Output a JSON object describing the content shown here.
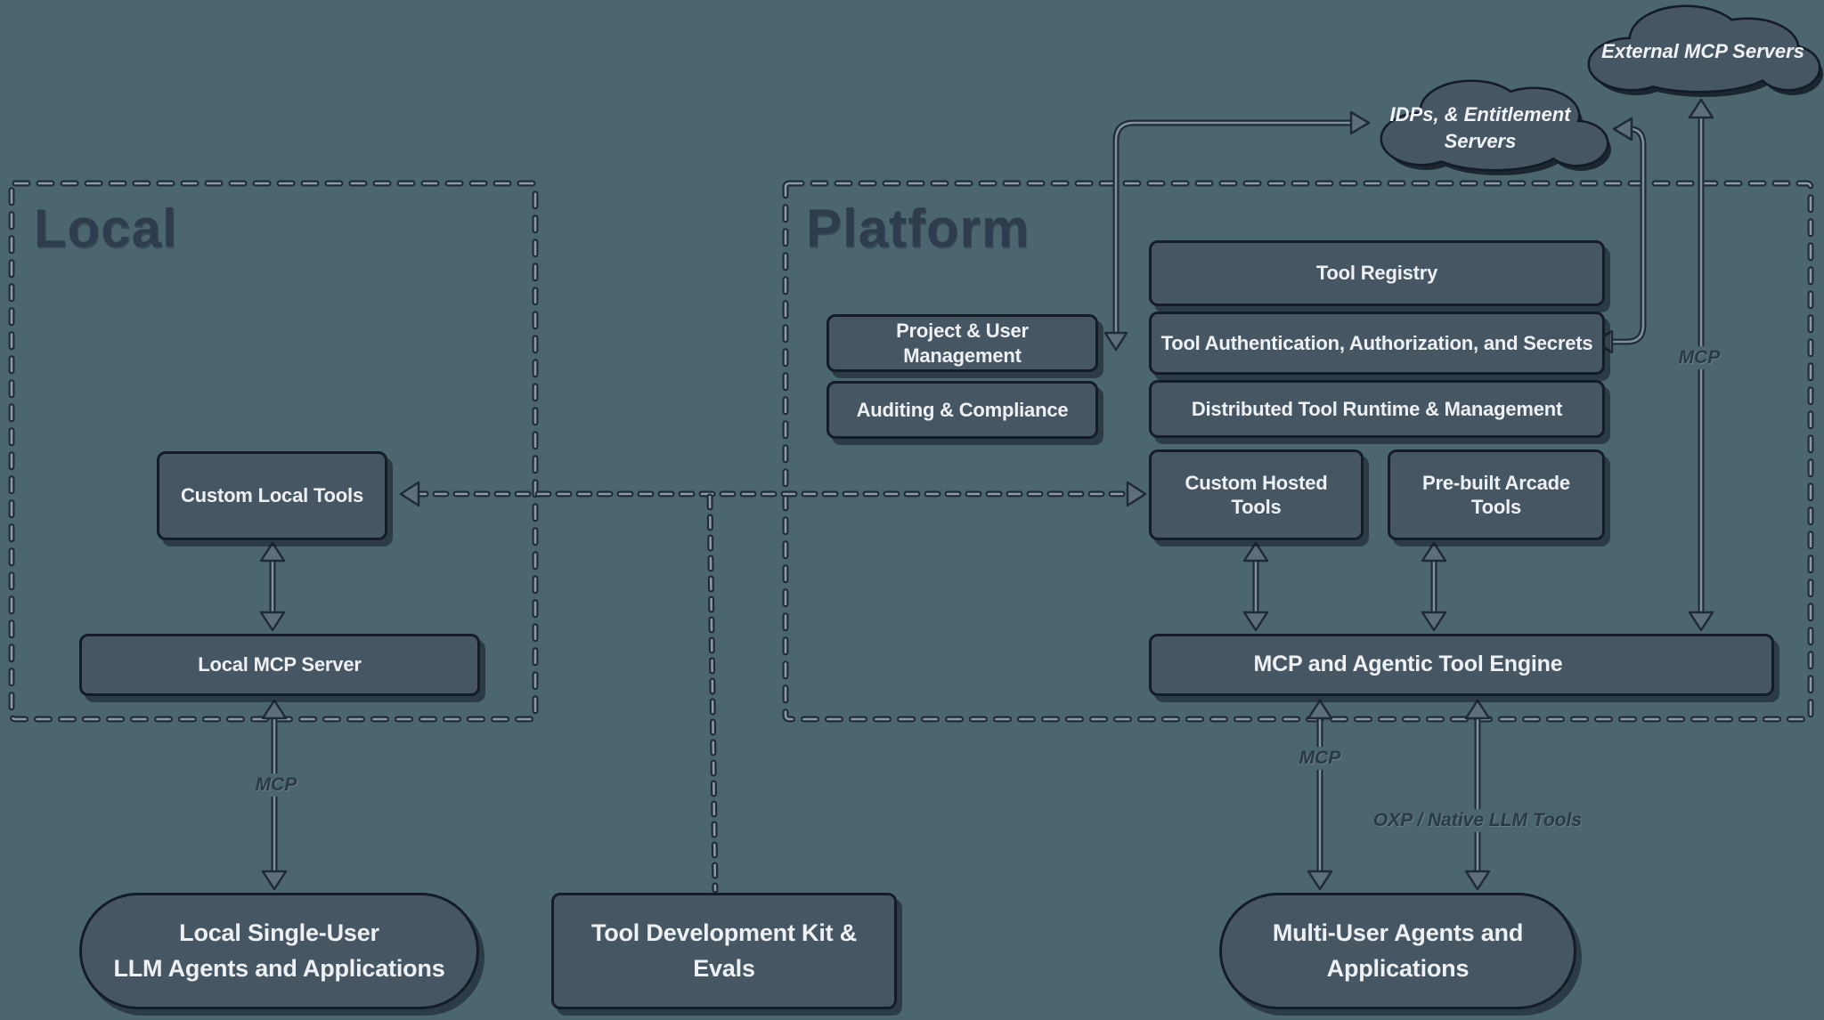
{
  "colors": {
    "background": "#4C6670",
    "node_fill": "#475663",
    "node_border": "#131C27",
    "text_light": "#EDF1F4",
    "text_dark": "#2E3D4E",
    "arrow_core": "#7F909E"
  },
  "containers": {
    "local": {
      "label": "Local"
    },
    "platform": {
      "label": "Platform"
    }
  },
  "clouds": {
    "external": {
      "label": "External MCP Servers"
    },
    "idps": {
      "line1": "IDPs, & Entitlement",
      "line2": "Servers"
    }
  },
  "local": {
    "custom_local_tools": "Custom Local Tools",
    "local_mcp_server": "Local MCP Server",
    "agents_pill_line1": "Local Single-User",
    "agents_pill_line2": "LLM Agents and Applications"
  },
  "platform": {
    "project_user_mgmt": "Project & User Management",
    "auditing_compliance": "Auditing & Compliance",
    "tool_registry": "Tool Registry",
    "tool_auth": "Tool Authentication, Authorization, and Secrets",
    "distributed_runtime": "Distributed Tool Runtime & Management",
    "custom_hosted_tools": "Custom Hosted Tools",
    "prebuilt_arcade_tools": "Pre-built Arcade Tools",
    "engine": "MCP and Agentic Tool Engine"
  },
  "bottom": {
    "tdk": "Tool Development Kit & Evals",
    "multi_pill_line1": "Multi-User Agents and",
    "multi_pill_line2": "Applications"
  },
  "edge_labels": {
    "local_mcp": "MCP",
    "platform_mcp": "MCP",
    "external_mcp": "MCP",
    "oxp": "OXP / Native LLM Tools"
  }
}
